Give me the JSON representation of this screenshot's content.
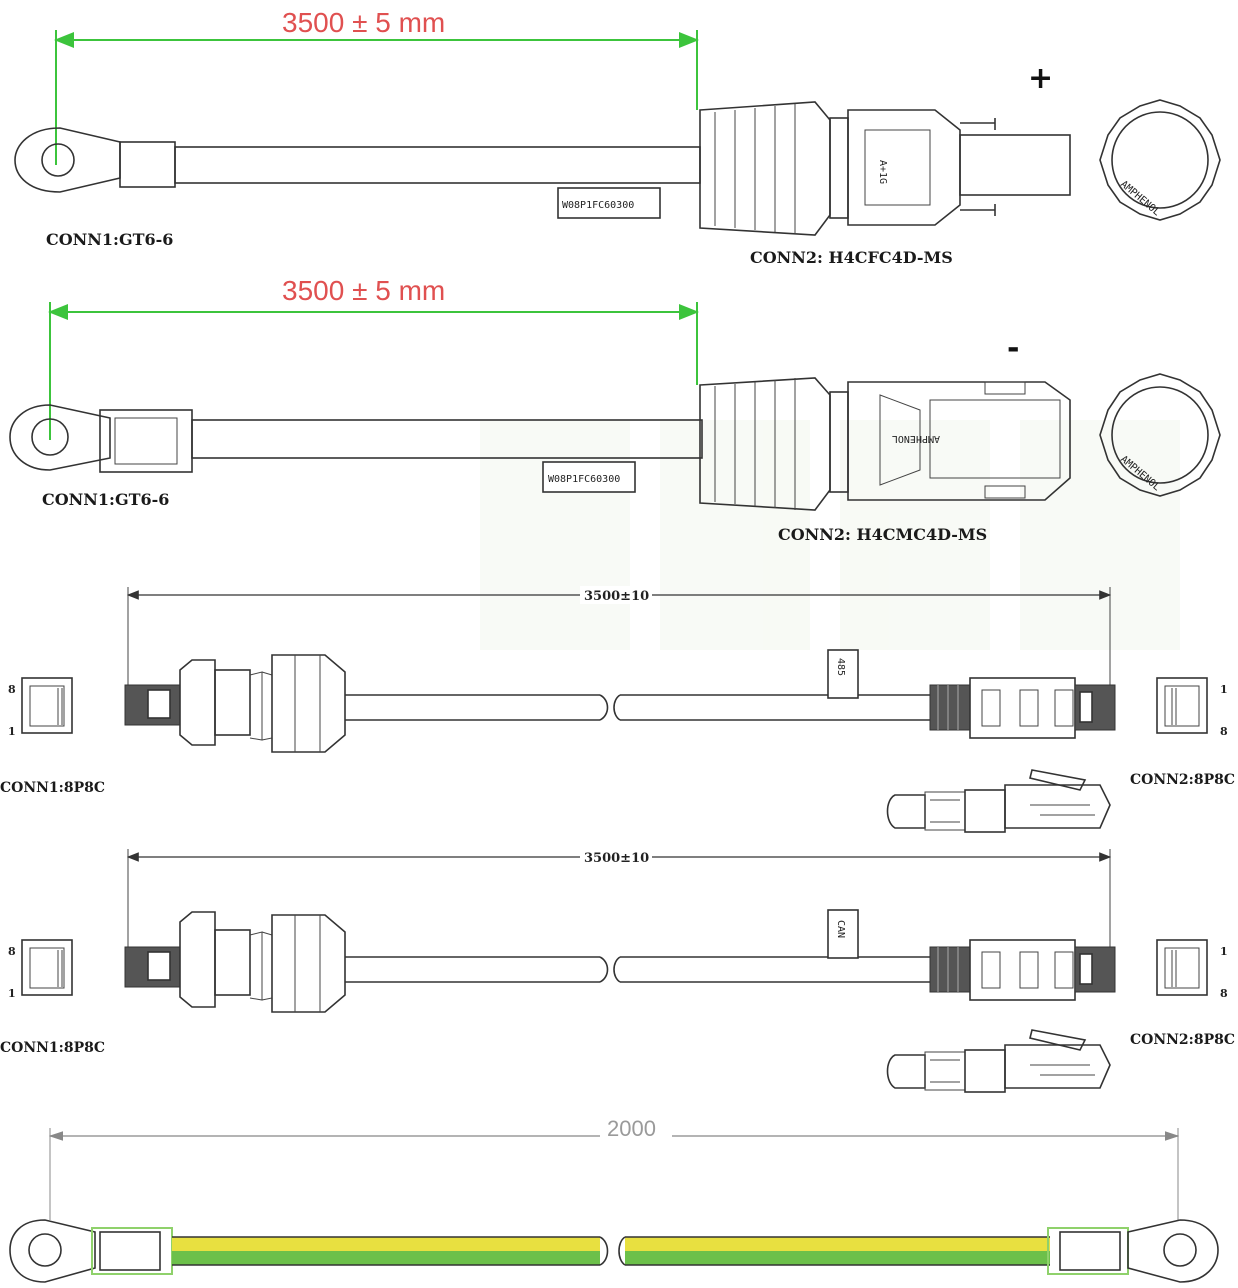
{
  "colors": {
    "dimension_green": "#3cc43c",
    "dimension_red": "#e05050",
    "wire_yellow": "#e8e040",
    "wire_green": "#6cc04a",
    "watermark": "#f3f6ee"
  },
  "cable1": {
    "length": "3500 ± 5 mm",
    "conn1": "CONN1:GT6-6",
    "conn2": "CONN2: H4CFC4D-MS",
    "tag": "W08P1FC60300",
    "polarity": "+",
    "brand": "AMPHENOL"
  },
  "cable2": {
    "length": "3500 ± 5 mm",
    "conn1": "CONN1:GT6-6",
    "conn2": "CONN2: H4CMC4D-MS",
    "tag": "W08P1FC60300",
    "polarity": "-",
    "brand": "AMPHENOL"
  },
  "cable3": {
    "length": "3500±10",
    "tag": "485",
    "conn1": "CONN1:8P8C",
    "conn2": "CONN2:8P8C",
    "pin_top_left": "8",
    "pin_bottom_left": "1",
    "pin_top_right": "1",
    "pin_bottom_right": "8"
  },
  "cable4": {
    "length": "3500±10",
    "tag": "CAN",
    "conn1": "CONN1:8P8C",
    "conn2": "CONN2:8P8C",
    "pin_top_left": "8",
    "pin_bottom_left": "1",
    "pin_top_right": "1",
    "pin_bottom_right": "8"
  },
  "cable5": {
    "length": "2000"
  }
}
